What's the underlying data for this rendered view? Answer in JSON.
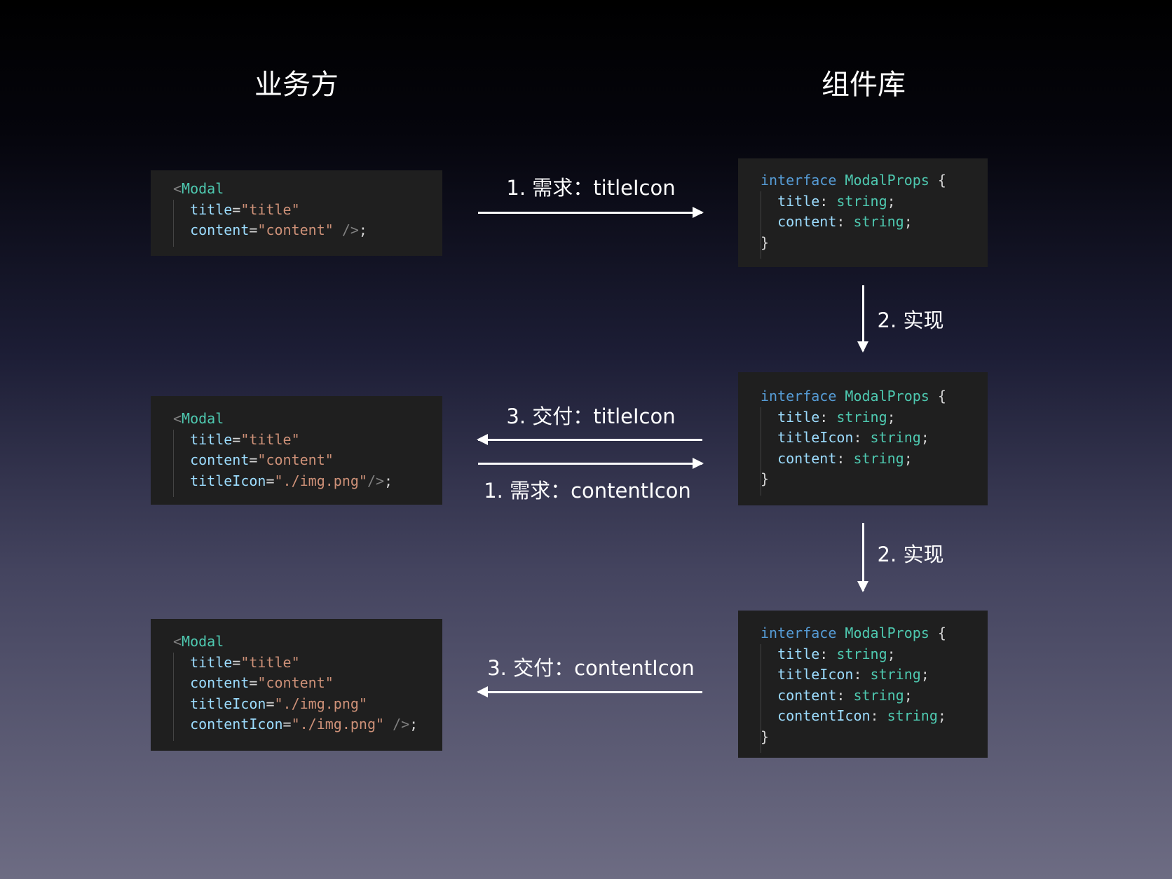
{
  "headers": {
    "left": "业务方",
    "right": "组件库"
  },
  "left_code": [
    [
      [
        [
          "punc",
          "<"
        ],
        [
          "tag",
          "Modal"
        ]
      ],
      [
        [
          "attr",
          "  title"
        ],
        [
          "plain",
          "="
        ],
        [
          "str",
          "\"title\""
        ]
      ],
      [
        [
          "attr",
          "  content"
        ],
        [
          "plain",
          "="
        ],
        [
          "str",
          "\"content\""
        ],
        [
          "punc",
          " />"
        ],
        [
          "plain",
          ";"
        ]
      ]
    ],
    [
      [
        [
          "punc",
          "<"
        ],
        [
          "tag",
          "Modal"
        ]
      ],
      [
        [
          "attr",
          "  title"
        ],
        [
          "plain",
          "="
        ],
        [
          "str",
          "\"title\""
        ]
      ],
      [
        [
          "attr",
          "  content"
        ],
        [
          "plain",
          "="
        ],
        [
          "str",
          "\"content\""
        ]
      ],
      [
        [
          "attr",
          "  titleIcon"
        ],
        [
          "plain",
          "="
        ],
        [
          "str",
          "\"./img.png\""
        ],
        [
          "punc",
          "/>"
        ],
        [
          "plain",
          ";"
        ]
      ]
    ],
    [
      [
        [
          "punc",
          "<"
        ],
        [
          "tag",
          "Modal"
        ]
      ],
      [
        [
          "attr",
          "  title"
        ],
        [
          "plain",
          "="
        ],
        [
          "str",
          "\"title\""
        ]
      ],
      [
        [
          "attr",
          "  content"
        ],
        [
          "plain",
          "="
        ],
        [
          "str",
          "\"content\""
        ]
      ],
      [
        [
          "attr",
          "  titleIcon"
        ],
        [
          "plain",
          "="
        ],
        [
          "str",
          "\"./img.png\""
        ]
      ],
      [
        [
          "attr",
          "  contentIcon"
        ],
        [
          "plain",
          "="
        ],
        [
          "str",
          "\"./img.png\""
        ],
        [
          "punc",
          " />"
        ],
        [
          "plain",
          ";"
        ]
      ]
    ]
  ],
  "right_code": [
    [
      [
        [
          "kw",
          "interface "
        ],
        [
          "type",
          "ModalProps"
        ],
        [
          "plain",
          " {"
        ]
      ],
      [
        [
          "attr",
          "  title"
        ],
        [
          "plain",
          ": "
        ],
        [
          "type",
          "string"
        ],
        [
          "plain",
          ";"
        ]
      ],
      [
        [
          "attr",
          "  content"
        ],
        [
          "plain",
          ": "
        ],
        [
          "type",
          "string"
        ],
        [
          "plain",
          ";"
        ]
      ],
      [
        [
          "plain",
          "}"
        ]
      ]
    ],
    [
      [
        [
          "kw",
          "interface "
        ],
        [
          "type",
          "ModalProps"
        ],
        [
          "plain",
          " {"
        ]
      ],
      [
        [
          "attr",
          "  title"
        ],
        [
          "plain",
          ": "
        ],
        [
          "type",
          "string"
        ],
        [
          "plain",
          ";"
        ]
      ],
      [
        [
          "attr",
          "  titleIcon"
        ],
        [
          "plain",
          ": "
        ],
        [
          "type",
          "string"
        ],
        [
          "plain",
          ";"
        ]
      ],
      [
        [
          "attr",
          "  content"
        ],
        [
          "plain",
          ": "
        ],
        [
          "type",
          "string"
        ],
        [
          "plain",
          ";"
        ]
      ],
      [
        [
          "plain",
          "}"
        ]
      ]
    ],
    [
      [
        [
          "kw",
          "interface "
        ],
        [
          "type",
          "ModalProps"
        ],
        [
          "plain",
          " {"
        ]
      ],
      [
        [
          "attr",
          "  title"
        ],
        [
          "plain",
          ": "
        ],
        [
          "type",
          "string"
        ],
        [
          "plain",
          ";"
        ]
      ],
      [
        [
          "attr",
          "  titleIcon"
        ],
        [
          "plain",
          ": "
        ],
        [
          "type",
          "string"
        ],
        [
          "plain",
          ";"
        ]
      ],
      [
        [
          "attr",
          "  content"
        ],
        [
          "plain",
          ": "
        ],
        [
          "type",
          "string"
        ],
        [
          "plain",
          ";"
        ]
      ],
      [
        [
          "attr",
          "  contentIcon"
        ],
        [
          "plain",
          ": "
        ],
        [
          "type",
          "string"
        ],
        [
          "plain",
          ";"
        ]
      ],
      [
        [
          "plain",
          "}"
        ]
      ]
    ]
  ],
  "arrows": {
    "req_title": "1. 需求：titleIcon",
    "impl_1": "2. 实现",
    "deliver_title": "3. 交付：titleIcon",
    "req_content": "1. 需求：contentIcon",
    "impl_2": "2. 实现",
    "deliver_content": "3. 交付：contentIcon"
  }
}
